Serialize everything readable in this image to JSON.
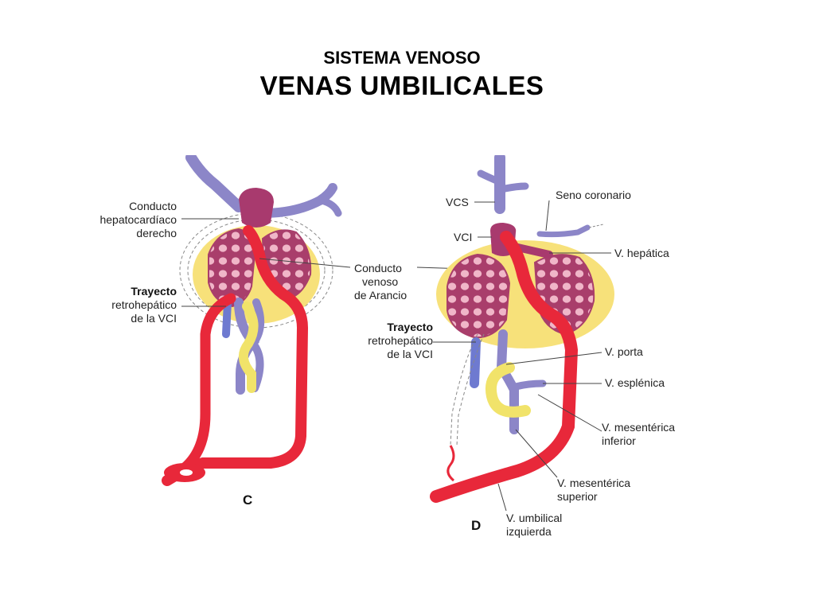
{
  "header": {
    "subtitle": "SISTEMA VENOSO",
    "title": "VENAS UMBILICALES"
  },
  "panels": {
    "c": "C",
    "d": "D"
  },
  "labels_c": {
    "conducto_hep_1": "Conducto",
    "conducto_hep_2": "hepatocardíaco",
    "conducto_hep_3": "derecho",
    "trayecto_1": "Trayecto",
    "trayecto_2": "retrohepático",
    "trayecto_3": "de la VCI"
  },
  "labels_shared": {
    "arancio_1": "Conducto",
    "arancio_2": "venoso",
    "arancio_3": "de Arancio"
  },
  "labels_d": {
    "vcs": "VCS",
    "vci": "VCI",
    "seno": "Seno coronario",
    "hepatica": "V. hepática",
    "trayecto_1": "Trayecto",
    "trayecto_2": "retrohepático",
    "trayecto_3": "de la VCI",
    "porta": "V. porta",
    "esplenica": "V. esplénica",
    "mes_inf_1": "V. mesentérica",
    "mes_inf_2": "inferior",
    "mes_sup_1": "V. mesentérica",
    "mes_sup_2": "superior",
    "umb_1": "V. umbilical",
    "umb_2": "izquierda"
  },
  "colors": {
    "liver": "#f7e17a",
    "vein_blue": "#8c86c8",
    "umbilical_red": "#e8283a",
    "sinusoid": "#a93e6b",
    "heart": "#a83a6e",
    "gut": "#f1e36a"
  }
}
